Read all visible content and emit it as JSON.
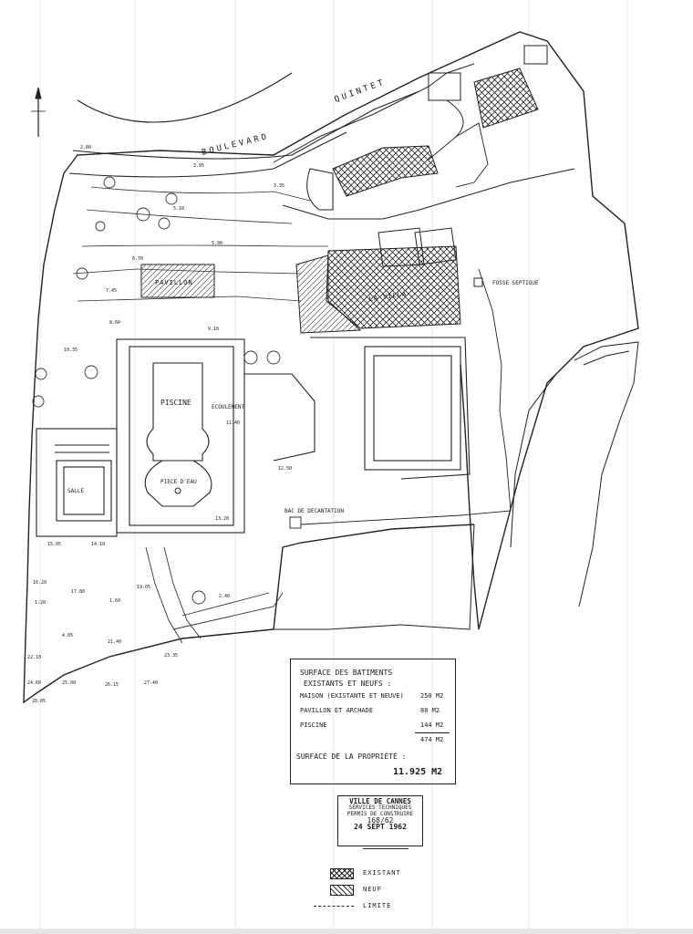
{
  "labels": {
    "boulevard": "BOULEVARD",
    "quintet": "QUINTET",
    "pavillon": "PAVILLON",
    "villa": "LA VILLA",
    "fosse": "FOSSE SEPTIQUE",
    "piscine": "PISCINE",
    "ecoulement": "ECOULEMENT",
    "piece_deau": "PIECE D'EAU",
    "salle": "SALLE",
    "bac": "BAC DE DECANTATION"
  },
  "surface_table": {
    "heading_1": "SURFACE DES BATIMENTS",
    "heading_2": "EXISTANTS ET NEUFS :",
    "rows": [
      {
        "label": "MAISON (EXISTANTE ET NEUVE)",
        "value": "250 M2"
      },
      {
        "label": "PAVILLON ET ARCHADE",
        "value": "80 M2"
      },
      {
        "label": "PISCINE",
        "value": "144 M2"
      }
    ],
    "total": "474 M2",
    "propriete_label": "SURFACE DE LA PROPRIÉTÉ :",
    "propriete_value": "11.925 M2"
  },
  "stamp": {
    "line1": "VILLE DE CANNES",
    "line2": "SERVICES TECHNIQUES",
    "line3": "PERMIS DE CONSTRUIRE",
    "dossier": "168/62",
    "date": "24 SEPT 1962"
  },
  "legend": [
    {
      "pattern": "crosshatch",
      "label": "EXISTANT"
    },
    {
      "pattern": "diagonal",
      "label": "NEUF"
    },
    {
      "pattern": "dashdot",
      "label": "LIMITE"
    }
  ],
  "elevations": [
    "2.80",
    "3.05",
    "3.35",
    "5.10",
    "5.90",
    "6.70",
    "7.45",
    "8.60",
    "9.10",
    "10.35",
    "11.40",
    "12.50",
    "13.20",
    "14.10",
    "15.05",
    "16.20",
    "17.80",
    "19.05",
    "1.20",
    "1.60",
    "2.40",
    "4.05",
    "21.40",
    "22.10",
    "23.35",
    "24.60",
    "25.00",
    "26.15",
    "27.40",
    "28.05"
  ]
}
